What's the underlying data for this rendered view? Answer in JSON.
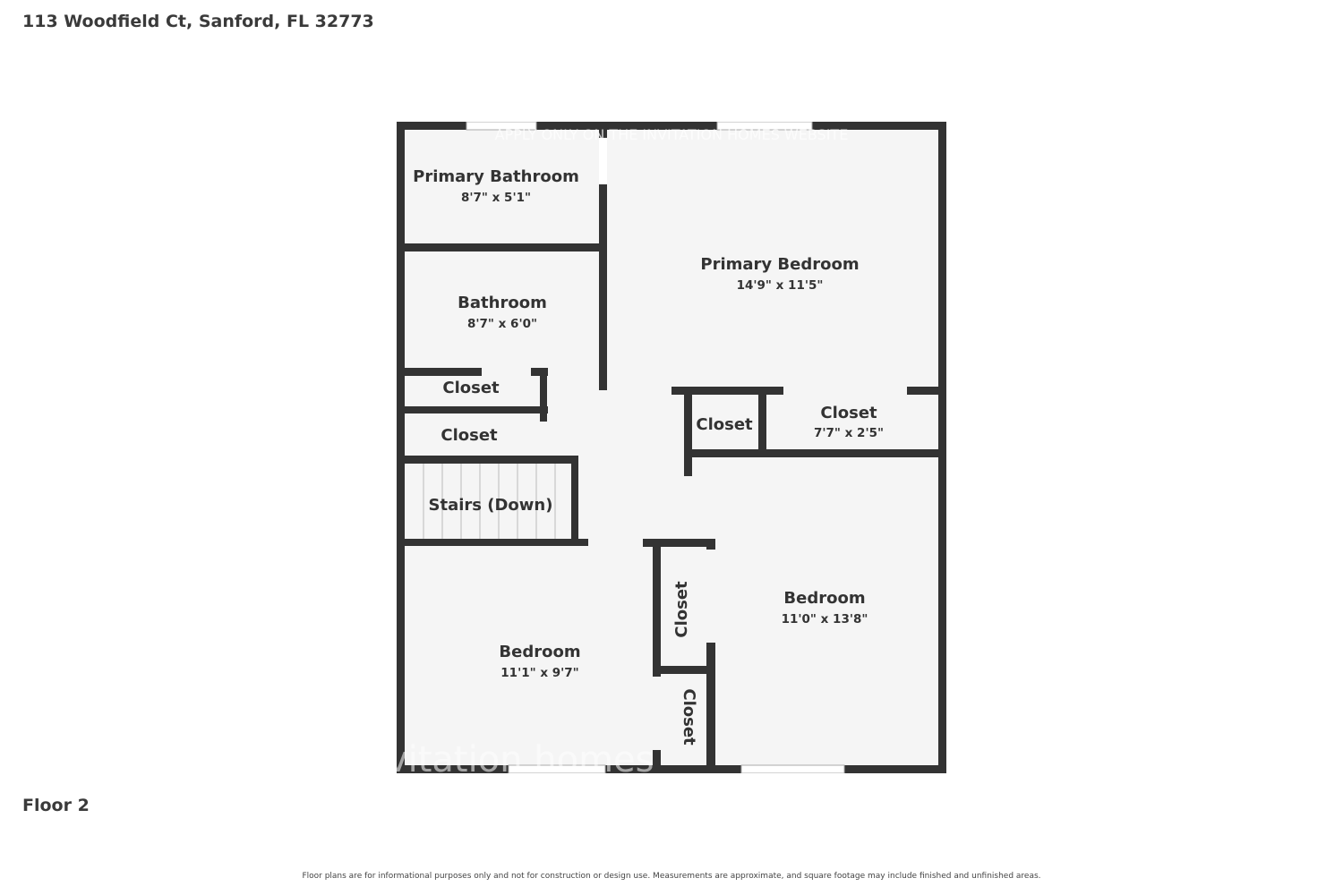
{
  "header": {
    "address": "113 Woodfield Ct, Sanford, FL 32773"
  },
  "floor": {
    "label": "Floor 2"
  },
  "footer": {
    "disclaimer": "Floor plans are for informational purposes only and not for construction or design use. Measurements are approximate, and square footage may include finished and unfinished areas."
  },
  "watermarks": {
    "banner": "APPLY ONLY ON THE INVITATION HOMES WEBSITE",
    "logo": "invitation homes"
  },
  "rooms": {
    "primary_bathroom": {
      "name": "Primary Bathroom",
      "dims": "8'7\" x 5'1\""
    },
    "primary_bedroom": {
      "name": "Primary Bedroom",
      "dims": "14'9\" x 11'5\""
    },
    "bathroom": {
      "name": "Bathroom",
      "dims": "8'7\" x 6'0\""
    },
    "closet_upper_left": {
      "name": "Closet"
    },
    "closet_lower_left": {
      "name": "Closet"
    },
    "closet_hall": {
      "name": "Closet"
    },
    "closet_right": {
      "name": "Closet",
      "dims": "7'7\" x 2'5\""
    },
    "stairs": {
      "name": "Stairs (Down)"
    },
    "bedroom_right": {
      "name": "Bedroom",
      "dims": "11'0\" x 13'8\""
    },
    "bedroom_left": {
      "name": "Bedroom",
      "dims": "11'1\" x 9'7\""
    },
    "closet_vertical_upper": {
      "name": "Closet"
    },
    "closet_vertical_lower": {
      "name": "Closet"
    }
  },
  "colors": {
    "wall": "#333333",
    "floor": "#f5f5f5",
    "text": "#333333"
  }
}
